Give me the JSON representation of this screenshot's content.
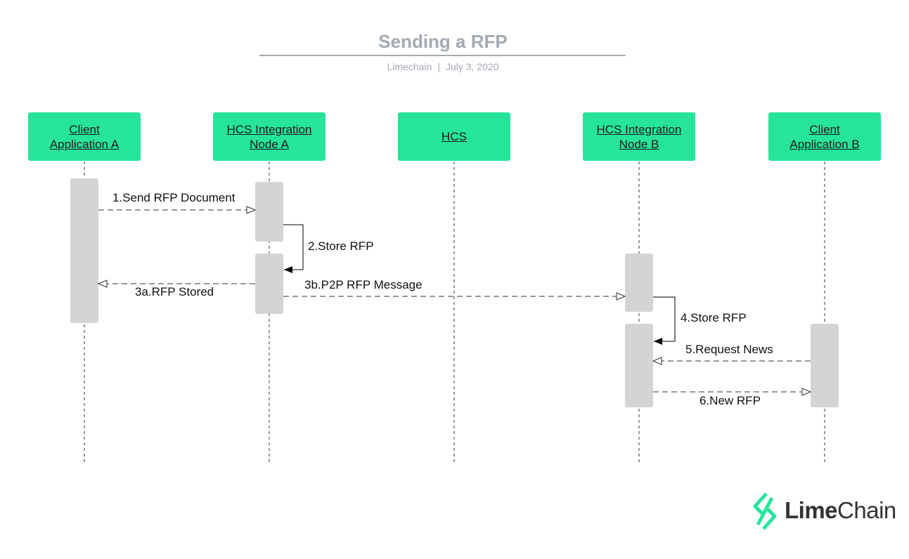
{
  "header": {
    "title": "Sending a RFP",
    "author": "Limechain",
    "separator": "|",
    "date": "July 3, 2020"
  },
  "actors": [
    {
      "label": "Client\nApplication A"
    },
    {
      "label": "HCS Integration\nNode A"
    },
    {
      "label": "HCS"
    },
    {
      "label": "HCS Integration\nNode B"
    },
    {
      "label": "Client\nApplication B"
    }
  ],
  "messages": [
    {
      "label": "1.Send RFP Document"
    },
    {
      "label": "2.Store RFP"
    },
    {
      "label": "3a.RFP Stored"
    },
    {
      "label": "3b.P2P RFP Message"
    },
    {
      "label": "4.Store RFP"
    },
    {
      "label": "5.Request News"
    },
    {
      "label": "6.New RFP"
    }
  ],
  "logo": {
    "part1": "Lime",
    "part2": "Chain"
  },
  "colors": {
    "actor_fill": "#26e59b",
    "activation_fill": "#d4d4d4",
    "title_gray": "#a3aab3",
    "brand": "#26e59b"
  }
}
